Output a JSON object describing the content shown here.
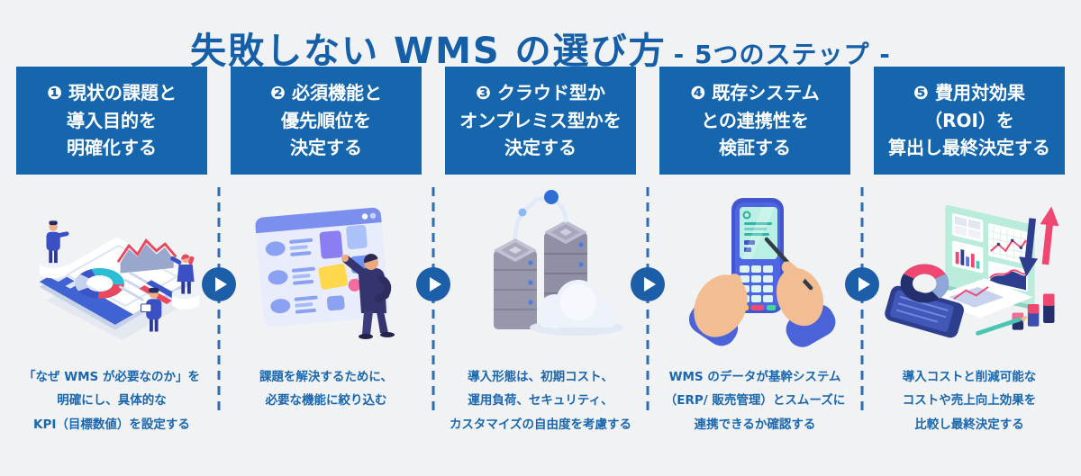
{
  "theme": {
    "background": "#f1f2f4",
    "primary_blue": "#1566ac",
    "title_blue": "#155fa8",
    "divider_blue": "#2e6db4",
    "arrow_circle_blue": "#1c5ea8",
    "header_text_white": "#ffffff"
  },
  "title": {
    "main": "失敗しない WMS の選び方",
    "sub": "- 5つのステップ -"
  },
  "separator": {
    "icon": "play-triangle-in-circle"
  },
  "steps": [
    {
      "badge": "❶",
      "heading_lines": [
        "現状の課題と",
        "導入目的を",
        "明確化する"
      ],
      "illustration": "dashboard-report-illustration",
      "desc_lines": [
        "「なぜ WMS が必要なのか」を",
        "明確にし、具体的な",
        "KPI（目標数値）を設定する"
      ]
    },
    {
      "badge": "❷",
      "heading_lines": [
        "必須機能と",
        "優先順位を",
        "決定する"
      ],
      "illustration": "kanban-board-illustration",
      "desc_lines": [
        "課題を解決するために、",
        "必要な機能に絞り込む"
      ]
    },
    {
      "badge": "❸",
      "heading_lines": [
        "クラウド型か",
        "オンプレミス型かを",
        "決定する"
      ],
      "illustration": "server-cloud-illustration",
      "desc_lines": [
        "導入形態は、初期コスト、",
        "運用負荷、セキュリティ、",
        "カスタマイズの自由度を考慮する"
      ]
    },
    {
      "badge": "❹",
      "heading_lines": [
        "既存システム",
        "との連携性を",
        "検証する"
      ],
      "illustration": "handheld-terminal-illustration",
      "desc_lines": [
        "WMS のデータが基幹システム",
        "（ERP/ 販売管理）とスムーズに",
        "連携できるか確認する"
      ]
    },
    {
      "badge": "❺",
      "heading_lines": [
        "費用対効果",
        "（ROI）を",
        "算出し最終決定する"
      ],
      "illustration": "roi-analysis-illustration",
      "desc_lines": [
        "導入コストと削減可能な",
        "コストや売上向上効果を",
        "比較し最終決定する"
      ]
    }
  ]
}
